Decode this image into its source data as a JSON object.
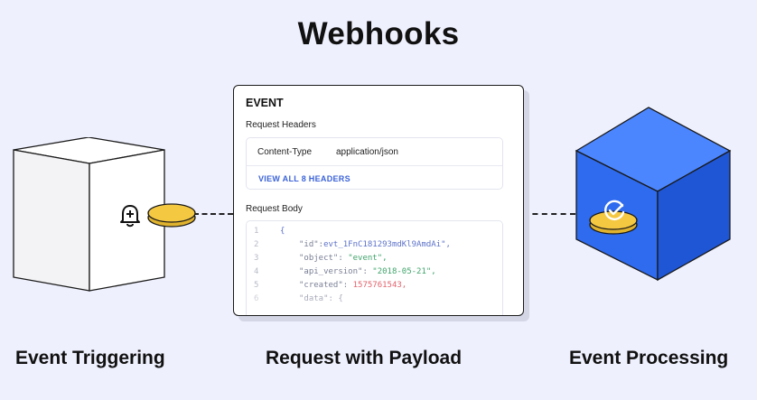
{
  "title": "Webhooks",
  "captions": {
    "left": "Event Triggering",
    "center": "Request with Payload",
    "right": "Event Processing"
  },
  "card": {
    "event_label": "EVENT",
    "headers_label": "Request Headers",
    "header_key": "Content-Type",
    "header_value": "application/json",
    "view_all": "VIEW ALL 8 HEADERS",
    "body_label": "Request Body",
    "code_lines": [
      {
        "n": "1",
        "key": "{",
        "val": ""
      },
      {
        "n": "2",
        "key": "\"id\":",
        "val": "evt_1FnC181293mdKl9AmdAi\","
      },
      {
        "n": "3",
        "key": "\"object\": ",
        "val": "\"event\","
      },
      {
        "n": "4",
        "key": "\"api_version\": ",
        "val": "\"2018-05-21\","
      },
      {
        "n": "5",
        "key": "\"created\": ",
        "val": "1575761543,"
      },
      {
        "n": "6",
        "key": "\"data\": {",
        "val": ""
      }
    ]
  },
  "icons": {
    "left_cube": "bell-plus-icon",
    "right_cube": "check-circle-icon"
  },
  "colors": {
    "background": "#eef0fd",
    "right_cube_front": "#2f6bee",
    "coin": "#f5c842",
    "link": "#3b63d9"
  }
}
